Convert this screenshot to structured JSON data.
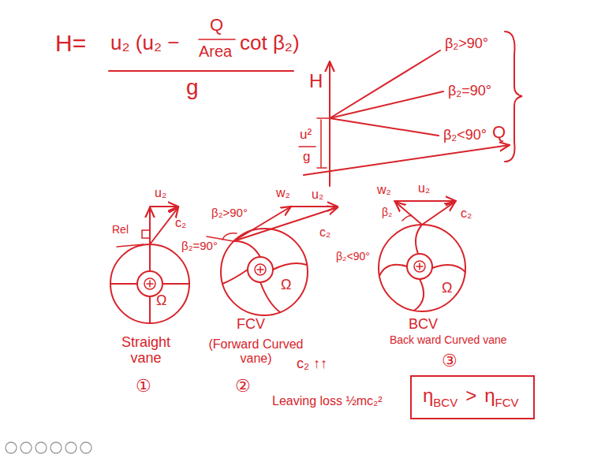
{
  "diagram": {
    "nodes": [
      {
        "text": [
          "η",
          "BCV",
          ">",
          "η",
          "FCV"
        ]
      }
    ],
    "labels": [
      "H=",
      "u₂ (u₂ −",
      "Q",
      "Area",
      "cot β₂)",
      "g",
      "H",
      "Q",
      "β₂>90°",
      "β₂=90°",
      "β₂<90°",
      "u²",
      "g",
      "u₂",
      "c₂",
      "Rel",
      "β₂=90°",
      "Ω",
      "Straight vane",
      "①",
      "β₂>90°",
      "w₂",
      "u₂",
      "c₂",
      "Ω",
      "FCV",
      "(Forward Curved vane)",
      "②",
      "w₂",
      "u₂",
      "c₂",
      "β₂",
      "β₂<90°",
      "Ω",
      "BCV",
      "Back ward Curved vane",
      "③",
      "c₂ ↑↑",
      "Leaving loss ½mc₂²"
    ]
  }
}
